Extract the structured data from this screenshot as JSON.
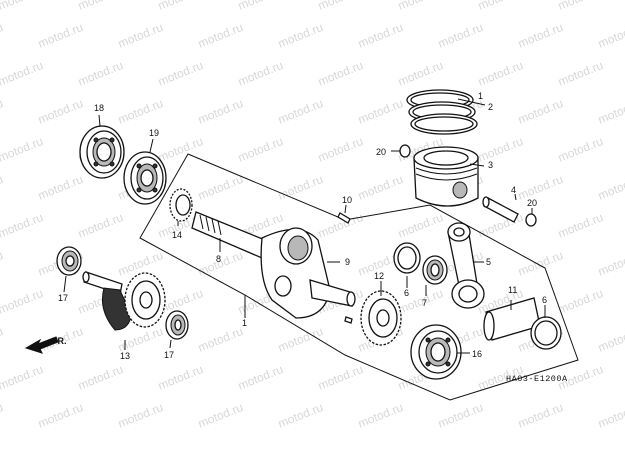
{
  "watermark": "motod.ru",
  "diagram_code": "HA03-E1200A",
  "direction_label": "FR.",
  "colors": {
    "ink": "#111111",
    "watermark": "#d8d8d8",
    "background": "#ffffff"
  },
  "callouts": [
    {
      "id": "18",
      "label": "18"
    },
    {
      "id": "19",
      "label": "19"
    },
    {
      "id": "1",
      "label": "1"
    },
    {
      "id": "2",
      "label": "2"
    },
    {
      "id": "3",
      "label": "3"
    },
    {
      "id": "20a",
      "label": "20"
    },
    {
      "id": "10",
      "label": "10"
    },
    {
      "id": "14",
      "label": "14"
    },
    {
      "id": "8",
      "label": "8"
    },
    {
      "id": "9",
      "label": "9"
    },
    {
      "id": "4",
      "label": "4"
    },
    {
      "id": "20b",
      "label": "20"
    },
    {
      "id": "5",
      "label": "5"
    },
    {
      "id": "12",
      "label": "12"
    },
    {
      "id": "6a",
      "label": "6"
    },
    {
      "id": "7",
      "label": "7"
    },
    {
      "id": "11",
      "label": "11"
    },
    {
      "id": "6b",
      "label": "6"
    },
    {
      "id": "1b",
      "label": "1"
    },
    {
      "id": "17a",
      "label": "17"
    },
    {
      "id": "13",
      "label": "13"
    },
    {
      "id": "17b",
      "label": "17"
    },
    {
      "id": "16",
      "label": "16"
    }
  ]
}
